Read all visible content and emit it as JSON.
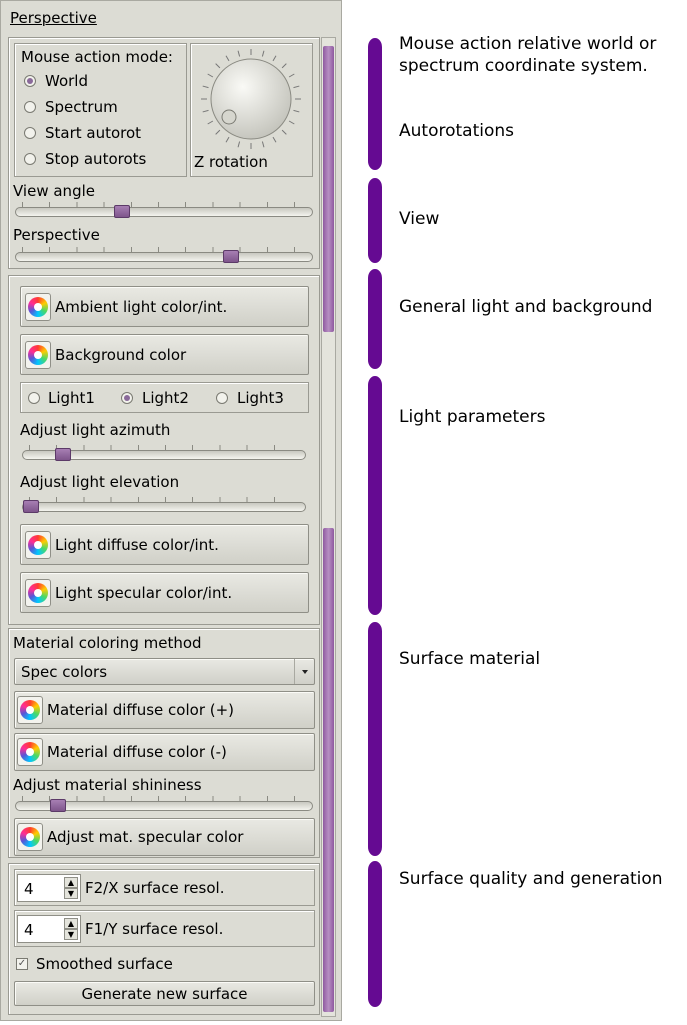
{
  "title": "Perspective",
  "mouse_mode": {
    "label": "Mouse action mode:",
    "options": [
      "World",
      "Spectrum",
      "Start autorot",
      "Stop autorots"
    ],
    "selected": "World"
  },
  "z_rotation_label": "Z rotation",
  "view": {
    "angle_label": "View angle",
    "angle_value": 0.35,
    "perspective_label": "Perspective",
    "perspective_value": 0.74
  },
  "light_general": {
    "ambient_label": "Ambient light color/int.",
    "background_label": "Background color"
  },
  "lights": {
    "options": [
      "Light1",
      "Light2",
      "Light3"
    ],
    "selected": "Light2"
  },
  "light_params": {
    "azimuth_label": "Adjust light azimuth",
    "azimuth_value": 0.12,
    "elevation_label": "Adjust light elevation",
    "elevation_value": 0.0,
    "diffuse_label": "Light diffuse color/int.",
    "specular_label": "Light specular color/int."
  },
  "material": {
    "method_label": "Material coloring method",
    "method_value": "Spec colors",
    "diffuse_plus_label": "Material diffuse color (+)",
    "diffuse_minus_label": "Material diffuse color (-)",
    "shininess_label": "Adjust material shininess",
    "shininess_value": 0.12,
    "specular_label": "Adjust mat. specular color"
  },
  "quality": {
    "f2_value": "4",
    "f2_label": "F2/X surface resol.",
    "f1_value": "4",
    "f1_label": "F1/Y surface resol.",
    "smoothed_label": "Smoothed surface",
    "smoothed_checked": true,
    "generate_label": "Generate new surface"
  },
  "annotations": [
    "Mouse action relative world or",
    "spectrum coordinate system.",
    "Autorotations",
    "View",
    "General light and background",
    "Light parameters",
    "Surface material",
    "Surface quality and generation"
  ],
  "colors": {
    "accent": "#650a92",
    "slider_handle": "#8a5e98",
    "panel": "#dcdcd4"
  },
  "icons": [
    "color-wheel-icon",
    "spin-up-icon",
    "spin-down-icon",
    "dropdown-arrow-icon",
    "check-icon"
  ]
}
